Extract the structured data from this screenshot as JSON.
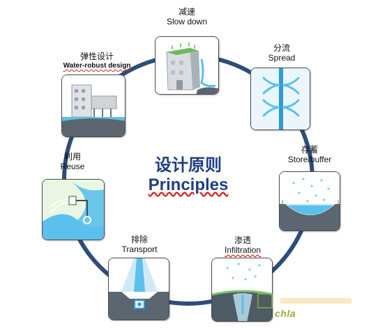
{
  "title": {
    "zh": "设计原则",
    "en": "Principles"
  },
  "principles": [
    {
      "id": "slow-down",
      "zh": "减速",
      "en": "Slow down"
    },
    {
      "id": "spread",
      "zh": "分流",
      "en": "Spread"
    },
    {
      "id": "store-buffer",
      "zh": "存蓄",
      "en": "Store/buffer"
    },
    {
      "id": "infiltration",
      "zh": "渗透",
      "en": "Infiltration"
    },
    {
      "id": "transport",
      "zh": "排除",
      "en": "Transport"
    },
    {
      "id": "reuse",
      "zh": "利用",
      "en": "Reuse"
    },
    {
      "id": "water-robust-design",
      "zh": "弹性设计",
      "en": "Water-robust design"
    }
  ],
  "watermark": {
    "text": "chla"
  },
  "colors": {
    "ring": "#2f4d7a",
    "title": "#1f3e82",
    "water": "#5bc0eb",
    "pale_water": "#bfe6f6",
    "ground": "#5b6670",
    "grass": "#7cc36d",
    "building": "#cfd4d8"
  }
}
